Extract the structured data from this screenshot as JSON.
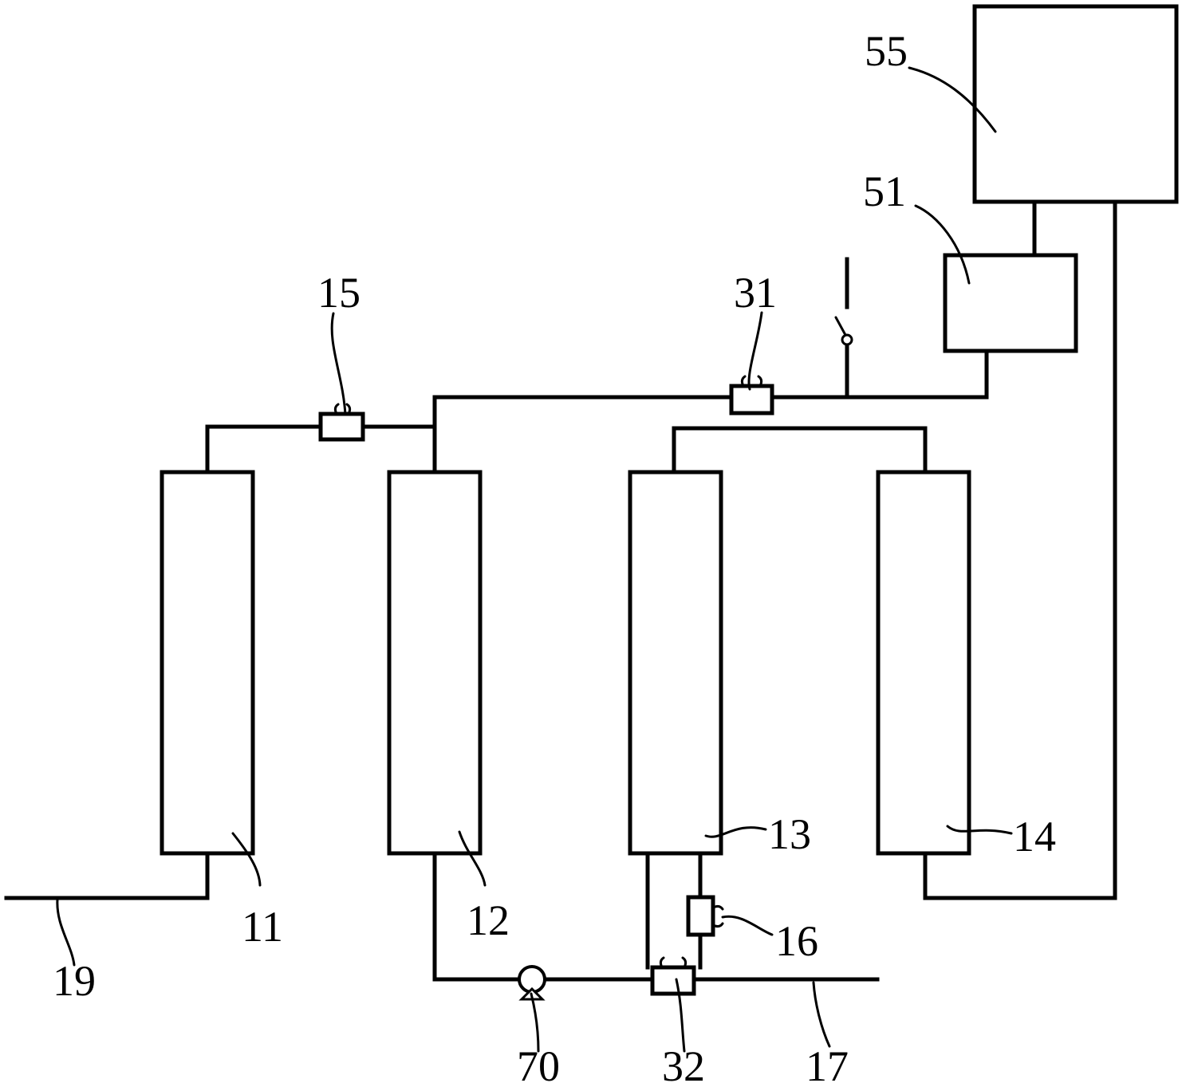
{
  "labels": {
    "l55": "55",
    "l51": "51",
    "l15": "15",
    "l31": "31",
    "l11": "11",
    "l12": "12",
    "l13": "13",
    "l14": "14",
    "l16": "16",
    "l17": "17",
    "l19": "19",
    "l70": "70",
    "l32": "32"
  }
}
